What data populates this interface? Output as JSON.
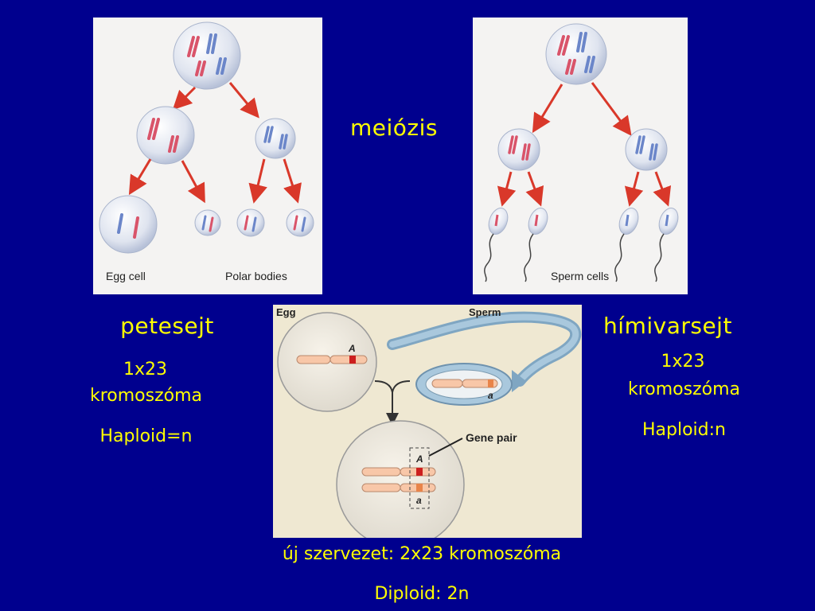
{
  "slide": {
    "title": "meiózis",
    "left_title": "petesejt",
    "left_line1": "1x23",
    "left_line2": "kromoszóma",
    "left_line3": "Haploid=n",
    "right_title": "hímivarsejt",
    "right_line1": "1x23",
    "right_line2": "kromoszóma",
    "right_line3": "Haploid:n",
    "bottom_line1": "új szervezet: 2x23 kromoszóma",
    "bottom_line2": "Diploid: 2n"
  },
  "figure_egg": {
    "label_egg_cell": "Egg cell",
    "label_polar_bodies": "Polar bodies"
  },
  "figure_sperm": {
    "label_sperm_cells": "Sperm cells"
  },
  "figure_fertilization": {
    "label_egg": "Egg",
    "label_sperm": "Sperm",
    "allele_upper": "A",
    "allele_lower": "a",
    "label_gene_pair": "Gene pair"
  },
  "colors": {
    "background": "#00008e",
    "text": "#ffff00",
    "arrow": "#d9382a",
    "chromosome_red": "#d9546a",
    "chromosome_blue": "#6b86c9",
    "allele_dominant": "#cc1f1f",
    "allele_recessive": "#e8844a"
  }
}
